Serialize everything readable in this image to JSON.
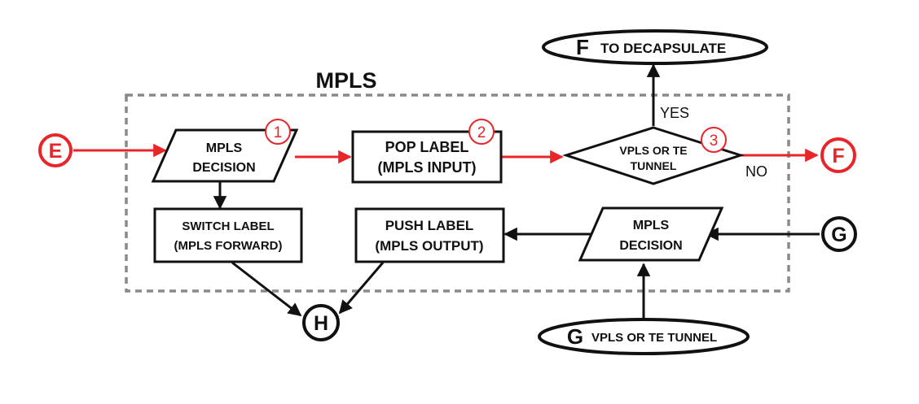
{
  "diagram": {
    "title": "MPLS",
    "nodes": {
      "mpls_decision_in": {
        "line1": "MPLS",
        "line2": "DECISION",
        "step": "1"
      },
      "pop_label": {
        "line1": "POP LABEL",
        "line2": "(MPLS INPUT)",
        "step": "2"
      },
      "vpls_decision": {
        "line1": "VPLS OR TE",
        "line2": "TUNNEL",
        "step": "3"
      },
      "switch_label": {
        "line1": "SWITCH LABEL",
        "line2": "(MPLS FORWARD)"
      },
      "push_label": {
        "line1": "PUSH LABEL",
        "line2": "(MPLS OUTPUT)"
      },
      "mpls_decision_out": {
        "line1": "MPLS",
        "line2": "DECISION"
      }
    },
    "connectors": {
      "e": "E",
      "f_out": "F",
      "g_in": "G",
      "h": "H"
    },
    "terminals": {
      "decap": {
        "letter": "F",
        "text": "TO DECAPSULATE"
      },
      "vpls_tunnel": {
        "letter": "G",
        "text": "VPLS OR TE TUNNEL"
      }
    },
    "edge_labels": {
      "yes": "YES",
      "no": "NO"
    },
    "colors": {
      "highlight": "#e8262a",
      "ink": "#111111",
      "boundary": "#8a8a8a"
    }
  }
}
